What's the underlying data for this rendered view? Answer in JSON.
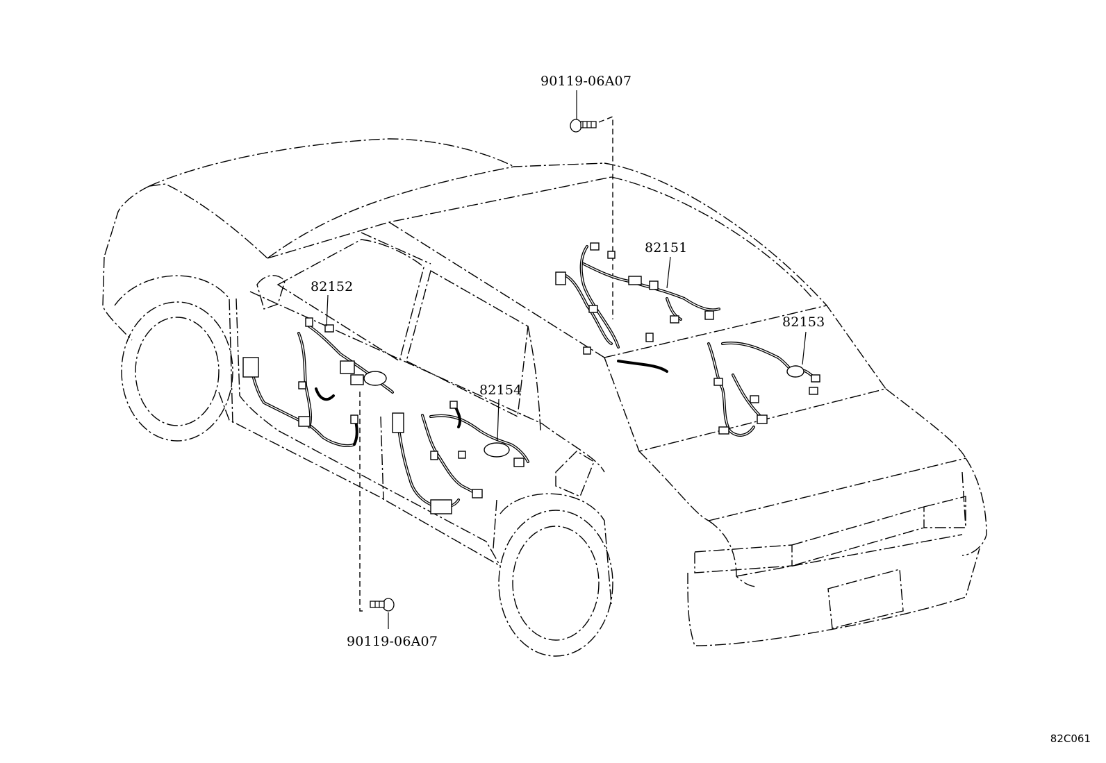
{
  "parts": {
    "bolt_top": "90119-06A07",
    "bolt_bottom": "90119-06A07",
    "harness_roof": "82151",
    "harness_front_door": "82152",
    "harness_rear_right": "82153",
    "harness_rear_door": "82154"
  },
  "doc_code": "82C061"
}
